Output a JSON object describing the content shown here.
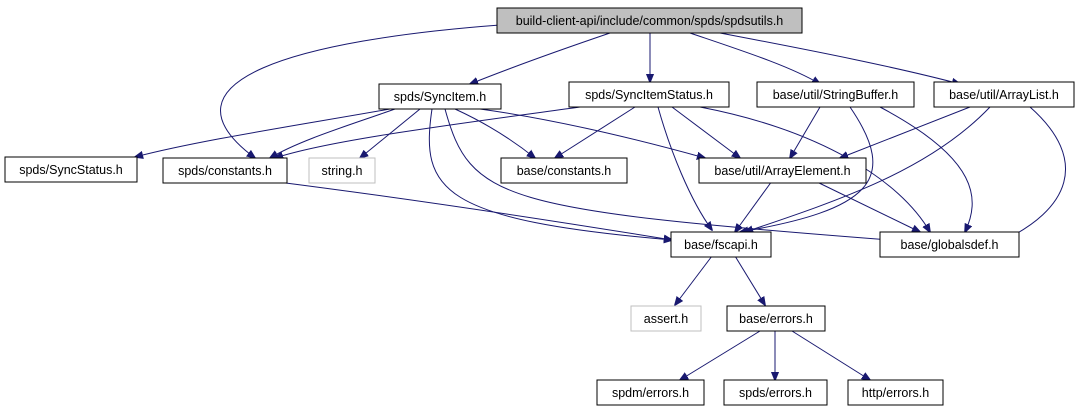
{
  "graph": {
    "edge_color": "#191970",
    "root_fill": "#bfbfbf",
    "missing_border_color": "#bfbfbf",
    "nodes": {
      "root": "build-client-api/include/common/spds/spdsutils.h",
      "syncitem": "spds/SyncItem.h",
      "syncitemstatus": "spds/SyncItemStatus.h",
      "stringbuffer": "base/util/StringBuffer.h",
      "arraylist": "base/util/ArrayList.h",
      "syncstatus": "spds/SyncStatus.h",
      "spdsconstants": "spds/constants.h",
      "string": "string.h",
      "baseconstants": "base/constants.h",
      "arrayelement": "base/util/ArrayElement.h",
      "fscapi": "base/fscapi.h",
      "globalsdef": "base/globalsdef.h",
      "assert": "assert.h",
      "baseerrors": "base/errors.h",
      "spdmerrors": "spdm/errors.h",
      "spdserrors": "spds/errors.h",
      "httperrors": "http/errors.h"
    },
    "edges": [
      [
        "root",
        "syncitem"
      ],
      [
        "root",
        "syncitemstatus"
      ],
      [
        "root",
        "stringbuffer"
      ],
      [
        "root",
        "arraylist"
      ],
      [
        "root",
        "spdsconstants"
      ],
      [
        "syncitem",
        "syncstatus"
      ],
      [
        "syncitem",
        "spdsconstants"
      ],
      [
        "syncitem",
        "string"
      ],
      [
        "syncitem",
        "baseconstants"
      ],
      [
        "syncitem",
        "arrayelement"
      ],
      [
        "syncitem",
        "fscapi"
      ],
      [
        "syncitem",
        "globalsdef"
      ],
      [
        "syncitemstatus",
        "spdsconstants"
      ],
      [
        "syncitemstatus",
        "baseconstants"
      ],
      [
        "syncitemstatus",
        "arrayelement"
      ],
      [
        "syncitemstatus",
        "fscapi"
      ],
      [
        "syncitemstatus",
        "globalsdef"
      ],
      [
        "stringbuffer",
        "arrayelement"
      ],
      [
        "stringbuffer",
        "fscapi"
      ],
      [
        "stringbuffer",
        "globalsdef"
      ],
      [
        "arraylist",
        "arrayelement"
      ],
      [
        "arraylist",
        "fscapi"
      ],
      [
        "arraylist",
        "globalsdef"
      ],
      [
        "spdsconstants",
        "fscapi"
      ],
      [
        "arrayelement",
        "fscapi"
      ],
      [
        "arrayelement",
        "globalsdef"
      ],
      [
        "fscapi",
        "assert"
      ],
      [
        "fscapi",
        "baseerrors"
      ],
      [
        "baseerrors",
        "spdmerrors"
      ],
      [
        "baseerrors",
        "spdserrors"
      ],
      [
        "baseerrors",
        "httperrors"
      ]
    ]
  }
}
